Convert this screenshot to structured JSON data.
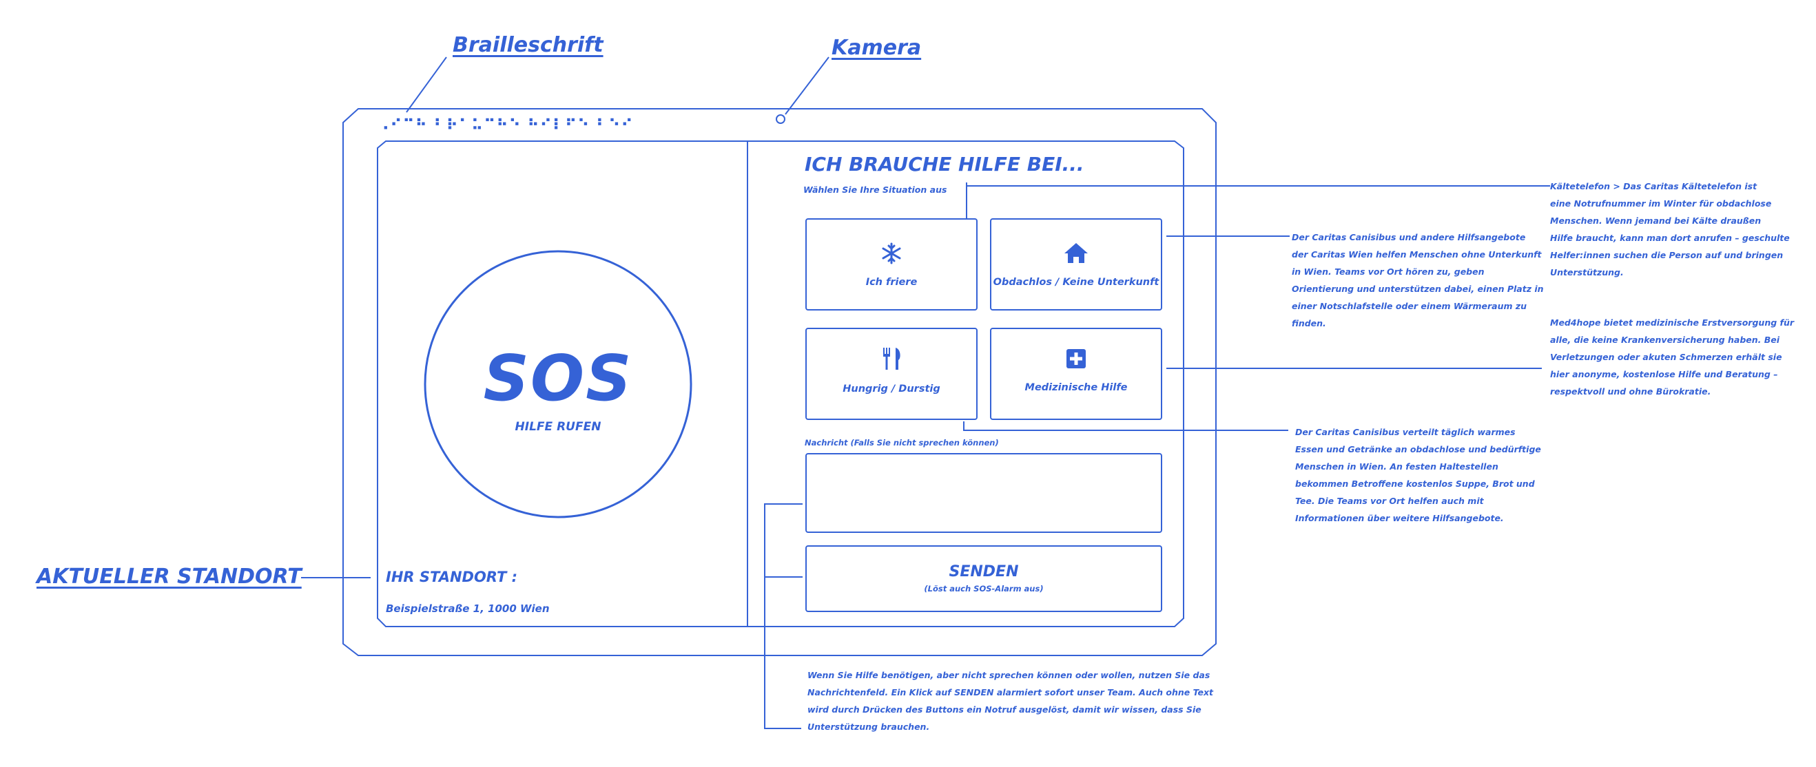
{
  "accent_color": "#3562d6",
  "callouts": {
    "braille": "Brailleschrift",
    "camera": "Kamera",
    "location": "AKTUELLER STANDORT"
  },
  "braille_text": "⠠⠊⠉⠓ ⠃⠗⠁⠥⠉⠓⠑ ⠓⠊⠇⠋⠑ ⠃⠑⠊",
  "sos": {
    "label": "SOS",
    "sub": "HILFE RUFEN"
  },
  "location": {
    "title": "IHR STANDORT :",
    "address": "Beispielstraße 1, 1000 Wien"
  },
  "help": {
    "title": "ICH BRAUCHE HILFE BEI...",
    "subtitle": "Wählen Sie Ihre Situation aus",
    "options": [
      {
        "label": "Ich friere",
        "icon": "snowflake-icon"
      },
      {
        "label": "Obdachlos  /  Keine  Unterkunft",
        "icon": "home-icon"
      },
      {
        "label": "Hungrig  /  Durstig",
        "icon": "fork-knife-icon"
      },
      {
        "label": "Medizinische Hilfe",
        "icon": "medical-cross-icon"
      }
    ],
    "message_label": "Nachricht  (Falls Sie nicht sprechen können)",
    "send_label": "SENDEN",
    "send_sub": "(Löst auch SOS-Alarm aus)"
  },
  "notes": {
    "kaelte": [
      "Kältetelefon > Das Caritas Kältetelefon ist",
      "eine Notrufnummer im Winter für obdachlose",
      "Menschen. Wenn jemand bei Kälte draußen",
      "Hilfe braucht, kann man dort anrufen – geschulte",
      "Helfer:innen suchen die Person auf und bringen",
      "Unterstützung."
    ],
    "canisibus_shelter": [
      "Der Caritas Canisibus und andere Hilfsangebote",
      "der Caritas Wien helfen Menschen ohne Unterkunft",
      "in Wien. Teams vor Ort hören zu, geben",
      "Orientierung und unterstützen dabei, einen Platz in",
      "einer Notschlafstelle oder einem Wärmeraum zu",
      "finden."
    ],
    "med4hope": [
      "Med4hope bietet medizinische Erstversorgung für",
      "alle, die keine Krankenversicherung haben. Bei",
      "Verletzungen oder akuten Schmerzen erhält sie",
      "hier anonyme, kostenlose Hilfe und Beratung –",
      "respektvoll und ohne Bürokratie."
    ],
    "canisibus_food": [
      "Der Caritas Canisibus verteilt täglich warmes",
      "Essen und Getränke an obdachlose und bedürftige",
      "Menschen in Wien. An festen Haltestellen",
      "bekommen Betroffene kostenlos Suppe, Brot und",
      "Tee. Die Teams vor Ort helfen auch mit",
      "Informationen über weitere Hilfsangebote."
    ],
    "message": [
      "Wenn Sie Hilfe benötigen, aber nicht sprechen können oder wollen, nutzen Sie das",
      "Nachrichtenfeld. Ein Klick auf SENDEN alarmiert sofort unser Team. Auch ohne Text",
      "wird durch Drücken des Buttons ein Notruf ausgelöst, damit wir wissen, dass Sie",
      "Unterstützung brauchen."
    ]
  }
}
